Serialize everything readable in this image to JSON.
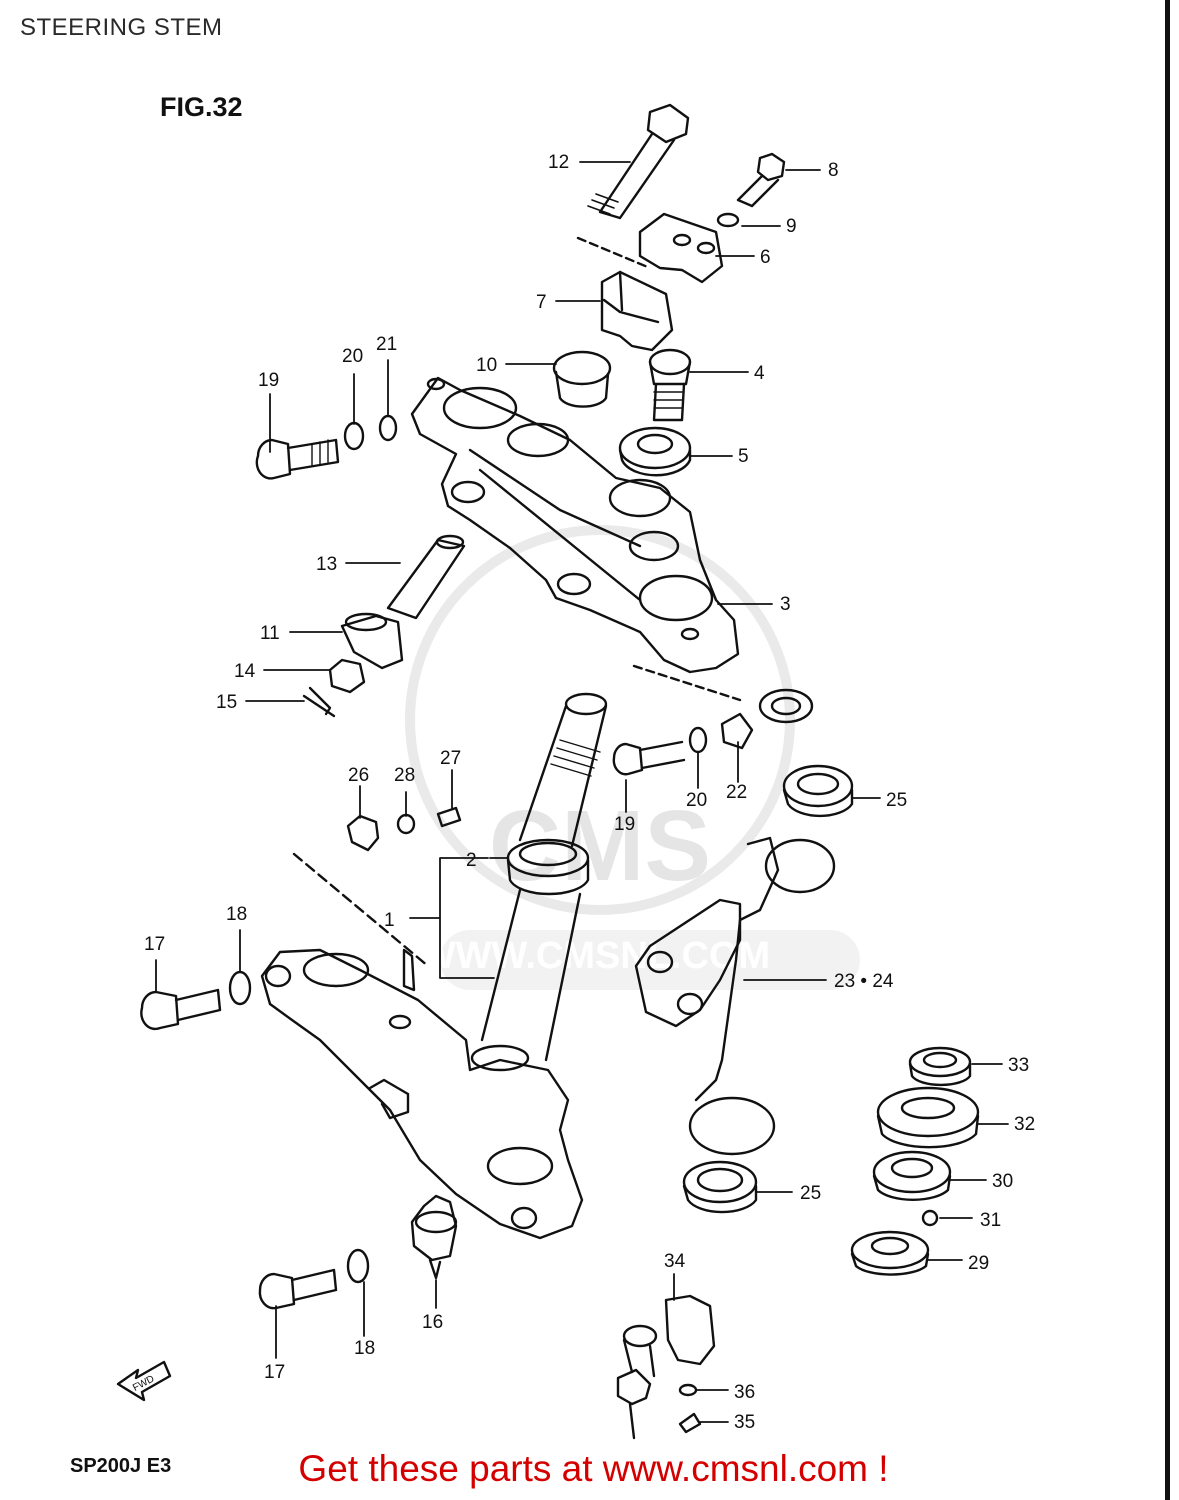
{
  "header": {
    "title": "STEERING STEM"
  },
  "figure": {
    "label": "FIG.32",
    "model_code": "SP200J E3",
    "fwd_label": "FWD"
  },
  "footer": {
    "promo": "Get these parts at www.cmsnl.com !"
  },
  "watermark": {
    "brand": "CMS",
    "url": "WWW.CMSNL.COM"
  },
  "callouts": [
    {
      "id": "c12",
      "text": "12"
    },
    {
      "id": "c8",
      "text": "8"
    },
    {
      "id": "c9",
      "text": "9"
    },
    {
      "id": "c6",
      "text": "6"
    },
    {
      "id": "c7",
      "text": "7"
    },
    {
      "id": "c10",
      "text": "10"
    },
    {
      "id": "c4",
      "text": "4"
    },
    {
      "id": "c20a",
      "text": "20"
    },
    {
      "id": "c21",
      "text": "21"
    },
    {
      "id": "c19a",
      "text": "19"
    },
    {
      "id": "c5",
      "text": "5"
    },
    {
      "id": "c13",
      "text": "13"
    },
    {
      "id": "c3",
      "text": "3"
    },
    {
      "id": "c11",
      "text": "11"
    },
    {
      "id": "c14",
      "text": "14"
    },
    {
      "id": "c15",
      "text": "15"
    },
    {
      "id": "c26",
      "text": "26"
    },
    {
      "id": "c28",
      "text": "28"
    },
    {
      "id": "c27",
      "text": "27"
    },
    {
      "id": "c19b",
      "text": "19"
    },
    {
      "id": "c20b",
      "text": "20"
    },
    {
      "id": "c22",
      "text": "22"
    },
    {
      "id": "c25a",
      "text": "25"
    },
    {
      "id": "c2",
      "text": "2"
    },
    {
      "id": "c1",
      "text": "1"
    },
    {
      "id": "c18a",
      "text": "18"
    },
    {
      "id": "c17a",
      "text": "17"
    },
    {
      "id": "c2324",
      "text": "23 • 24"
    },
    {
      "id": "c33",
      "text": "33"
    },
    {
      "id": "c32",
      "text": "32"
    },
    {
      "id": "c30",
      "text": "30"
    },
    {
      "id": "c31",
      "text": "31"
    },
    {
      "id": "c25b",
      "text": "25"
    },
    {
      "id": "c29",
      "text": "29"
    },
    {
      "id": "c34",
      "text": "34"
    },
    {
      "id": "c16",
      "text": "16"
    },
    {
      "id": "c18b",
      "text": "18"
    },
    {
      "id": "c17b",
      "text": "17"
    },
    {
      "id": "c36",
      "text": "36"
    },
    {
      "id": "c35",
      "text": "35"
    }
  ]
}
